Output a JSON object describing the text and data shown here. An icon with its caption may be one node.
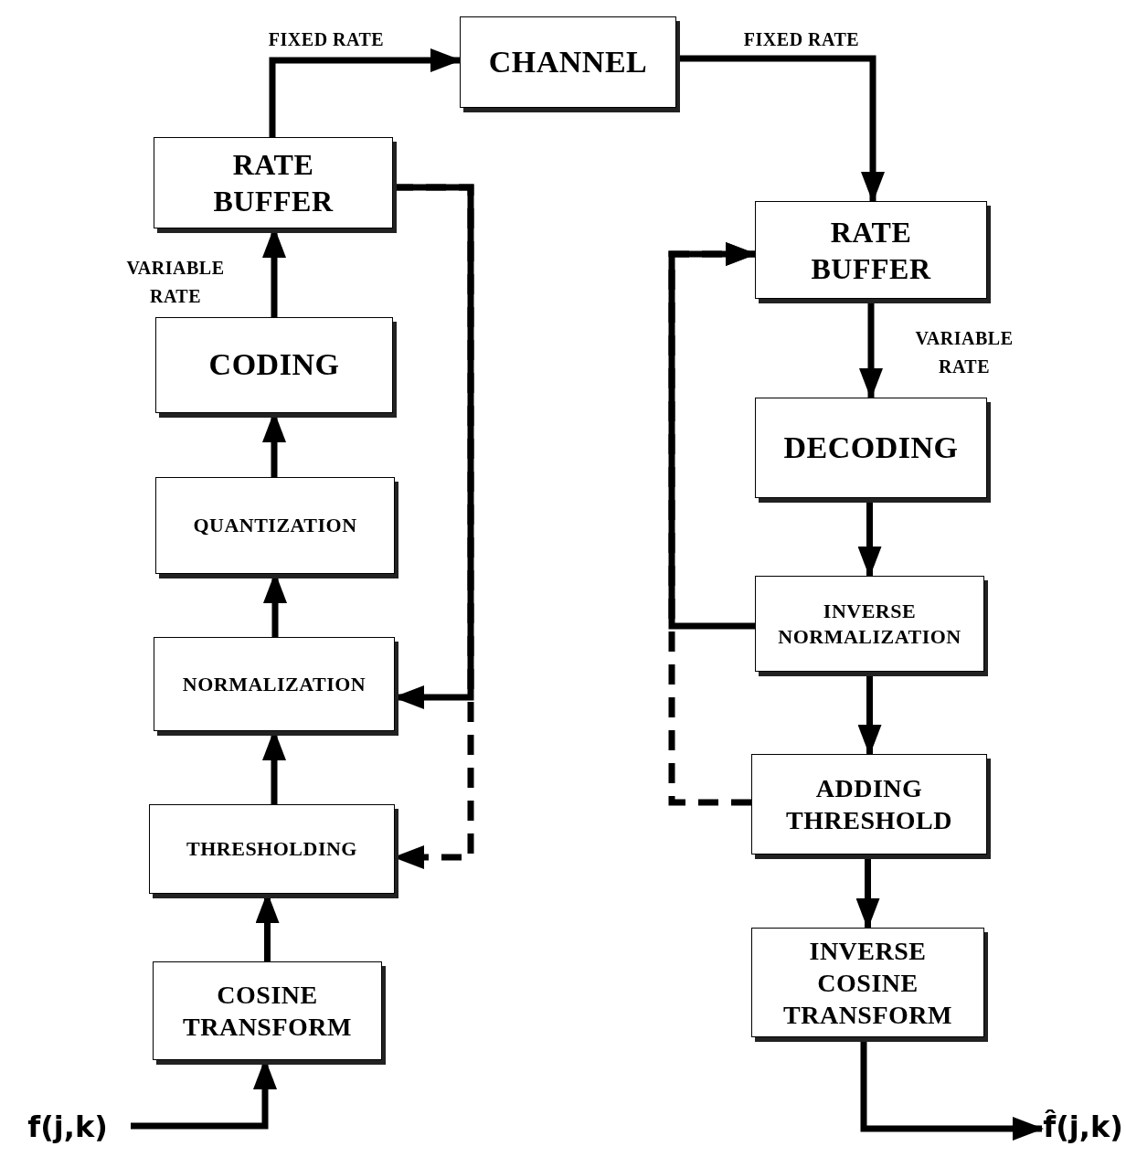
{
  "diagram": {
    "nodes": [
      {
        "text": [
          "CHANNEL"
        ]
      },
      {
        "text": [
          "RATE BUFFER"
        ]
      },
      {
        "text": [
          "CODING"
        ]
      },
      {
        "text": [
          "QUANTIZATION"
        ]
      },
      {
        "text": [
          "NORMALIZATION"
        ]
      },
      {
        "text": [
          "THRESHOLDING"
        ]
      },
      {
        "text": [
          "COSINE TRANSFORM"
        ]
      },
      {
        "text": [
          "f(j,k)"
        ]
      },
      {
        "text": [
          "RATE BUFFER"
        ]
      },
      {
        "text": [
          "DECODING"
        ]
      },
      {
        "text": [
          "INVERSE NORMALIZATION"
        ]
      },
      {
        "text": [
          "ADDING THRESHOLD"
        ]
      },
      {
        "text": [
          "INVERSE COSINE TRANSFORM"
        ]
      },
      {
        "text": [
          "f̂(j,k)"
        ]
      }
    ],
    "edges": [
      {
        "from": 7,
        "to": 6,
        "arrow": "to"
      },
      {
        "from": 6,
        "to": 5,
        "arrow": "to"
      },
      {
        "from": 5,
        "to": 4,
        "arrow": "to"
      },
      {
        "from": 4,
        "to": 3,
        "arrow": "to"
      },
      {
        "from": 3,
        "to": 2,
        "arrow": "to"
      },
      {
        "from": 2,
        "to": 1,
        "arrow": "to",
        "label": "VARIABLE RATE"
      },
      {
        "from": 1,
        "to": 0,
        "arrow": "to",
        "label": "FIXED RATE"
      },
      {
        "from": 1,
        "to": 4,
        "arrow": "to"
      },
      {
        "from": 1,
        "to": 5,
        "arrow": "to",
        "style": "dashed"
      },
      {
        "from": 0,
        "to": 8,
        "arrow": "to",
        "label": "FIXED RATE"
      },
      {
        "from": 8,
        "to": 9,
        "arrow": "to",
        "label": "VARIABLE RATE"
      },
      {
        "from": 9,
        "to": 10,
        "arrow": "to"
      },
      {
        "from": 10,
        "to": 8,
        "arrow": "to"
      },
      {
        "from": 11,
        "to": 8,
        "arrow": "to",
        "style": "dashed"
      },
      {
        "from": 10,
        "to": 11,
        "arrow": "to"
      },
      {
        "from": 11,
        "to": 12,
        "arrow": "to"
      },
      {
        "from": 12,
        "to": 13,
        "arrow": "to"
      }
    ]
  }
}
